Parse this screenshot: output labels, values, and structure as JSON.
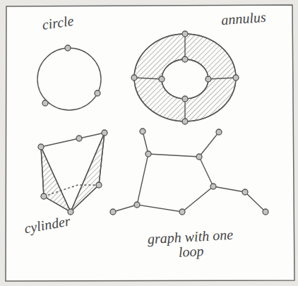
{
  "diagram": {
    "labels": [
      "circle",
      "annulus",
      "cylinder",
      "graph with one loop"
    ]
  }
}
